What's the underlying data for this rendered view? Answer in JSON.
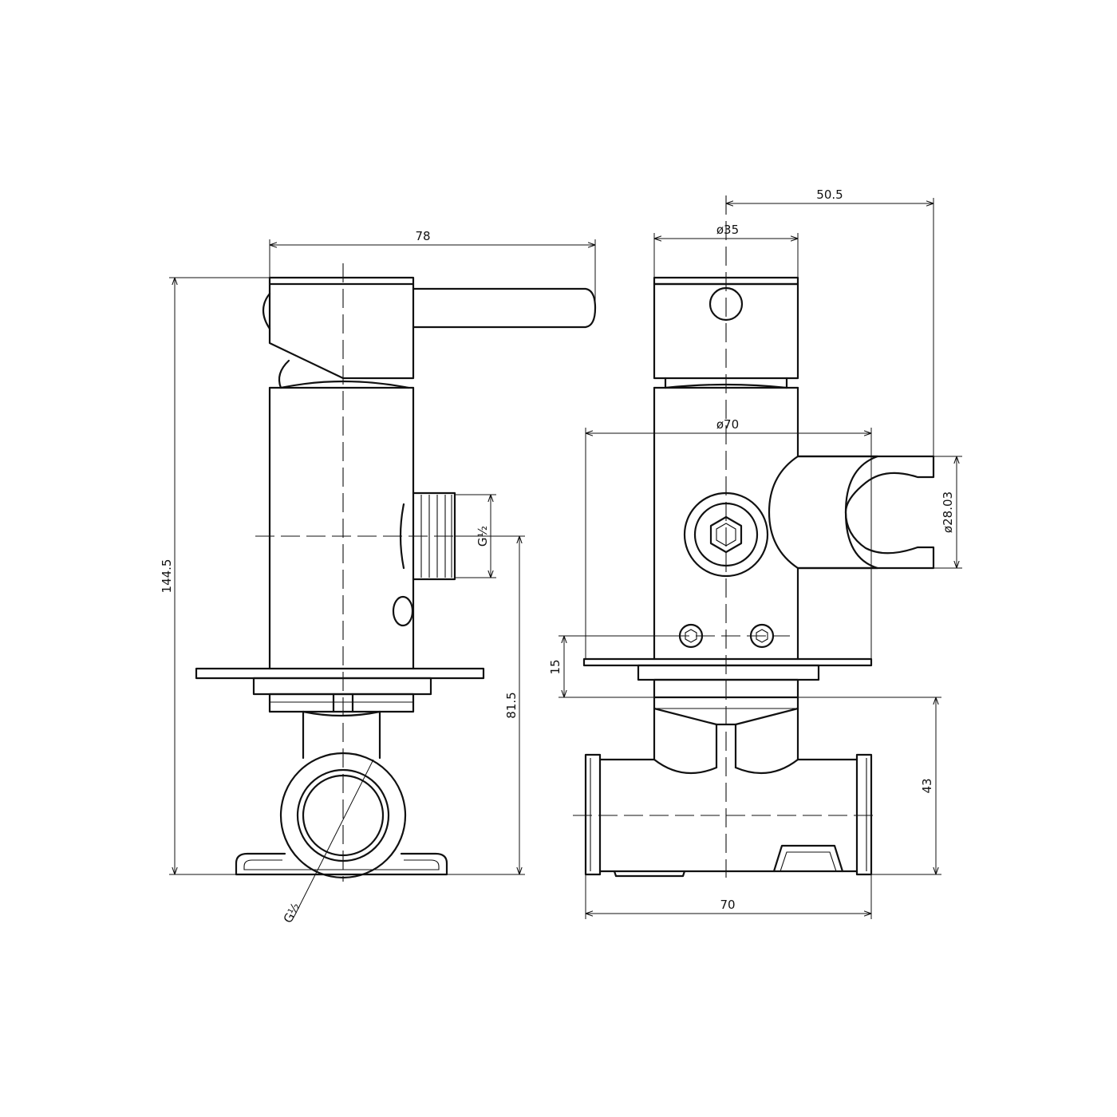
{
  "drawing": {
    "colors": {
      "line": "#111111",
      "background": "#ffffff"
    },
    "dimensions": {
      "width_78": "78",
      "height_144_5": "144.5",
      "height_81_5": "81.5",
      "thread_side": "G½",
      "thread_bottom": "G½",
      "width_50_5": "50.5",
      "dia_35": "ø35",
      "dia_70": "ø70",
      "dia_28_03": "ø28.03",
      "height_15": "15",
      "height_43": "43",
      "width_70": "70"
    }
  }
}
